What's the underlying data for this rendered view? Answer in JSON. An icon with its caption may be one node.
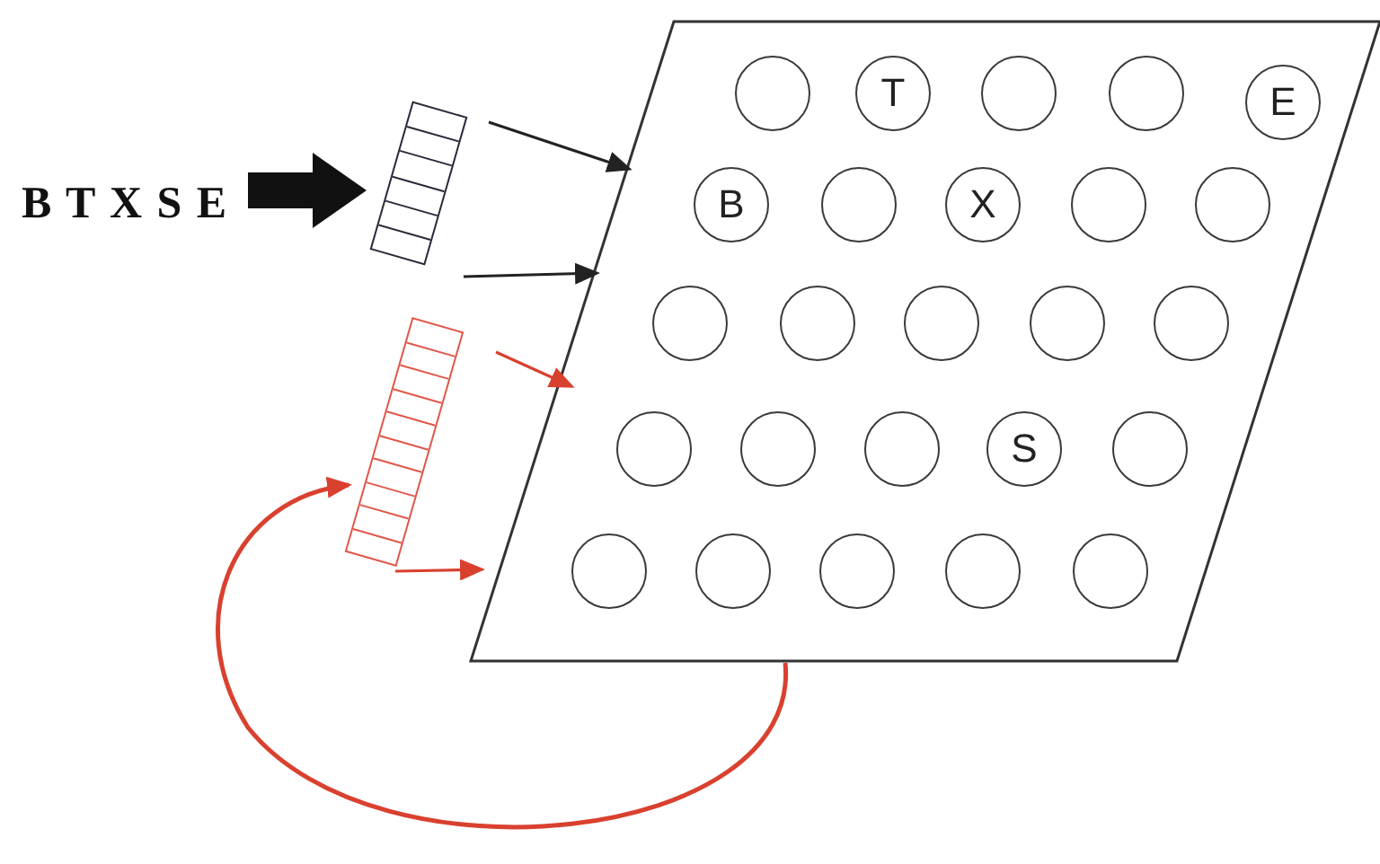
{
  "diagram": {
    "nodes": [
      {
        "text": [
          "B T X S E"
        ]
      },
      {
        "text": [],
        "shape": "box"
      },
      {
        "text": [],
        "shape": "box"
      },
      {
        "text": [],
        "shape": "box"
      },
      {
        "text": [],
        "shape": "circle",
        "in": 3
      },
      {
        "text": [
          "T"
        ],
        "in": 3
      },
      {
        "text": [],
        "shape": "circle",
        "in": 3
      },
      {
        "text": [],
        "shape": "circle",
        "in": 3
      },
      {
        "text": [
          "E"
        ],
        "in": 3
      },
      {
        "text": [
          "B"
        ],
        "in": 3
      },
      {
        "text": [],
        "shape": "circle",
        "in": 3
      },
      {
        "text": [
          "X"
        ],
        "in": 3
      },
      {
        "text": [],
        "shape": "circle",
        "in": 3
      },
      {
        "text": [],
        "shape": "circle",
        "in": 3
      },
      {
        "text": [],
        "shape": "circle",
        "in": 3
      },
      {
        "text": [],
        "shape": "circle",
        "in": 3
      },
      {
        "text": [],
        "shape": "circle",
        "in": 3
      },
      {
        "text": [],
        "shape": "circle",
        "in": 3
      },
      {
        "text": [],
        "shape": "circle",
        "in": 3
      },
      {
        "text": [],
        "shape": "circle",
        "in": 3
      },
      {
        "text": [],
        "shape": "circle",
        "in": 3
      },
      {
        "text": [],
        "shape": "circle",
        "in": 3
      },
      {
        "text": [
          "S"
        ],
        "in": 3
      },
      {
        "text": [],
        "shape": "circle",
        "in": 3
      },
      {
        "text": [],
        "shape": "circle",
        "in": 3
      },
      {
        "text": [],
        "shape": "circle",
        "in": 3
      },
      {
        "text": [],
        "shape": "circle",
        "in": 3
      },
      {
        "text": [],
        "shape": "circle",
        "in": 3
      },
      {
        "text": [],
        "shape": "circle",
        "in": 3
      }
    ],
    "edges": [
      {
        "from": 0,
        "to": 1,
        "arrow": "to",
        "style": "thick",
        "color": "#111111"
      },
      {
        "from": 1,
        "to": 3,
        "arrow": "to",
        "color": "#222222"
      },
      {
        "from": 1,
        "to": 3,
        "arrow": "to",
        "color": "#222222"
      },
      {
        "from": 2,
        "to": 3,
        "arrow": "to",
        "color": "#d9412f"
      },
      {
        "from": 2,
        "to": 3,
        "arrow": "to",
        "color": "#d9412f"
      },
      {
        "from": 3,
        "to": 2,
        "arrow": "to",
        "color": "#d9412f"
      }
    ]
  }
}
